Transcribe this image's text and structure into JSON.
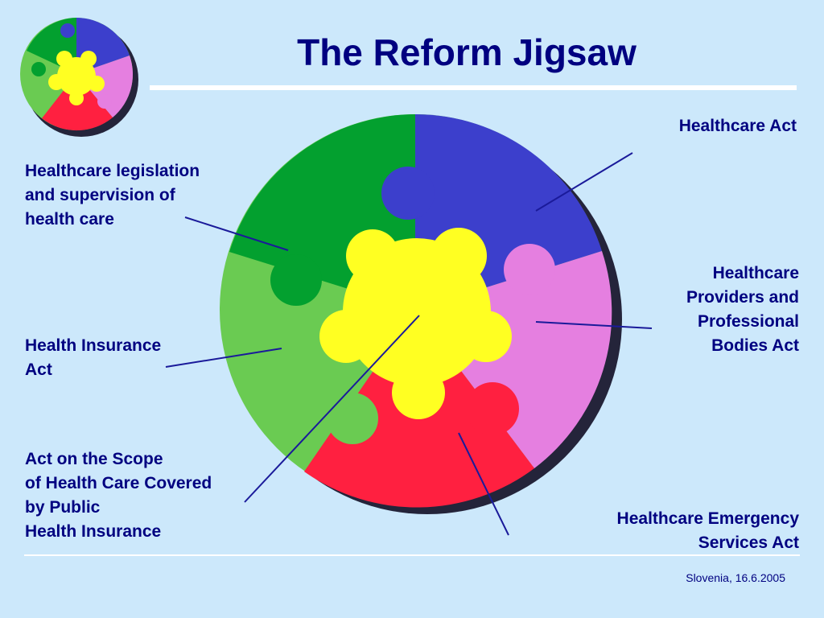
{
  "title": "The Reform Jigsaw",
  "labels": {
    "healthcare_act": [
      "Healthcare Act"
    ],
    "legislation": [
      "Healthcare legislation",
      "and supervision of",
      "health care"
    ],
    "providers": [
      "Healthcare",
      "Providers and",
      "Professional",
      "Bodies Act"
    ],
    "health_insurance": [
      "Health Insurance",
      "Act"
    ],
    "scope": [
      "Act on the Scope",
      "of Health Care Covered",
      "by Public",
      "Health Insurance"
    ],
    "emergency": [
      "Healthcare Emergency",
      "Services Act"
    ]
  },
  "footer": "Slovenia, 16.6.2005",
  "colors": {
    "background": "#cce8fb",
    "text": "#000080",
    "blue_piece": "#3c3fcc",
    "green_piece": "#03a02f",
    "light_green_piece": "#6acb52",
    "red_piece": "#ff2040",
    "pink_piece": "#e57fe0",
    "yellow_piece": "#ffff22",
    "shadow": "#24243a"
  }
}
